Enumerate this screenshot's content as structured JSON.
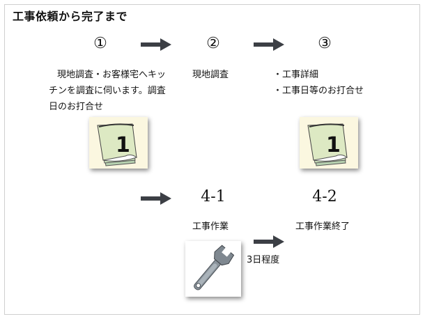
{
  "title": "工事依頼から完了まで",
  "steps": {
    "s1": {
      "num": "①",
      "text": "現地調査・お客様宅へキッチンを調査に伺います。調査日のお打合せ"
    },
    "s2": {
      "num": "②",
      "text": "現地調査"
    },
    "s3": {
      "num": "③",
      "line1": "・工事詳細",
      "line2": "・工事日等のお打合せ"
    },
    "s41": {
      "num": "4-1",
      "text": "工事作業"
    },
    "s42": {
      "num": "4-2",
      "text": "工事作業終了"
    }
  },
  "duration_label": "3日程度",
  "calendar_digit": "1",
  "icons": {
    "calendar": "calendar-icon",
    "wrench": "wrench-icon",
    "arrow": "right-arrow-icon"
  },
  "colors": {
    "arrow": "#3c3f45",
    "calendar_page": "#e9f0c7",
    "calendar_edge": "#7ea77d",
    "icon_bg": "#fbf7e0"
  }
}
